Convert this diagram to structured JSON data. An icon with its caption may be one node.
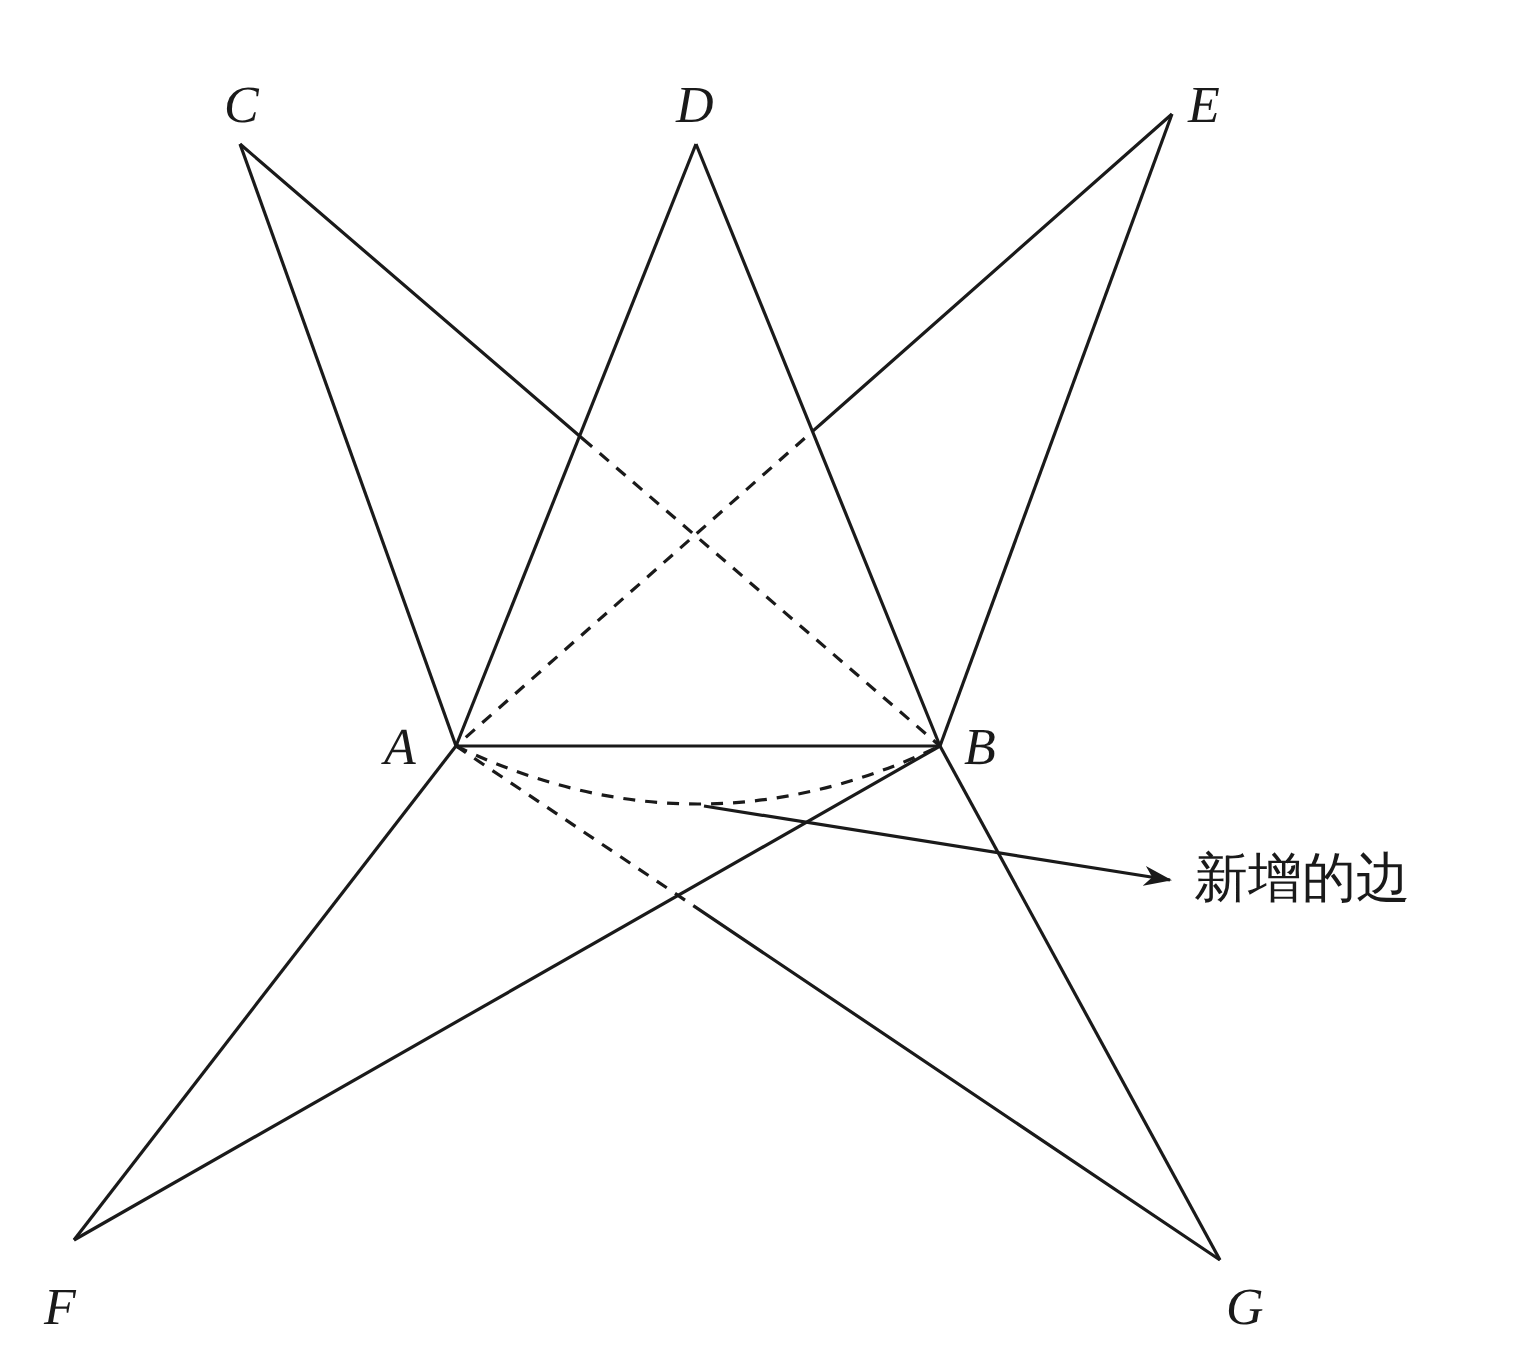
{
  "diagram": {
    "nodes": [
      {
        "text": [
          "C"
        ]
      },
      {
        "text": [
          "D"
        ]
      },
      {
        "text": [
          "E"
        ]
      },
      {
        "text": [
          "A"
        ]
      },
      {
        "text": [
          "B"
        ]
      },
      {
        "text": [
          "F"
        ]
      },
      {
        "text": [
          "G"
        ]
      },
      {
        "text": [
          "新增的边"
        ]
      }
    ],
    "edges": [
      {
        "from": 0,
        "to": 3,
        "arrow": "none"
      },
      {
        "from": 0,
        "to": 4,
        "arrow": "none",
        "style": "dashed"
      },
      {
        "from": 1,
        "to": 3,
        "arrow": "none"
      },
      {
        "from": 1,
        "to": 4,
        "arrow": "none"
      },
      {
        "from": 2,
        "to": 3,
        "arrow": "none",
        "style": "dashed"
      },
      {
        "from": 2,
        "to": 4,
        "arrow": "none"
      },
      {
        "from": 3,
        "to": 4,
        "arrow": "none"
      },
      {
        "from": 3,
        "to": 4,
        "arrow": "none",
        "style": "dashed"
      },
      {
        "from": 3,
        "to": 5,
        "arrow": "none"
      },
      {
        "from": 3,
        "to": 6,
        "arrow": "none",
        "style": "dashed"
      },
      {
        "from": 4,
        "to": 5,
        "arrow": "none"
      },
      {
        "from": 4,
        "to": 6,
        "arrow": "none"
      },
      {
        "from": null,
        "to": 7,
        "arrow": "to"
      }
    ]
  }
}
